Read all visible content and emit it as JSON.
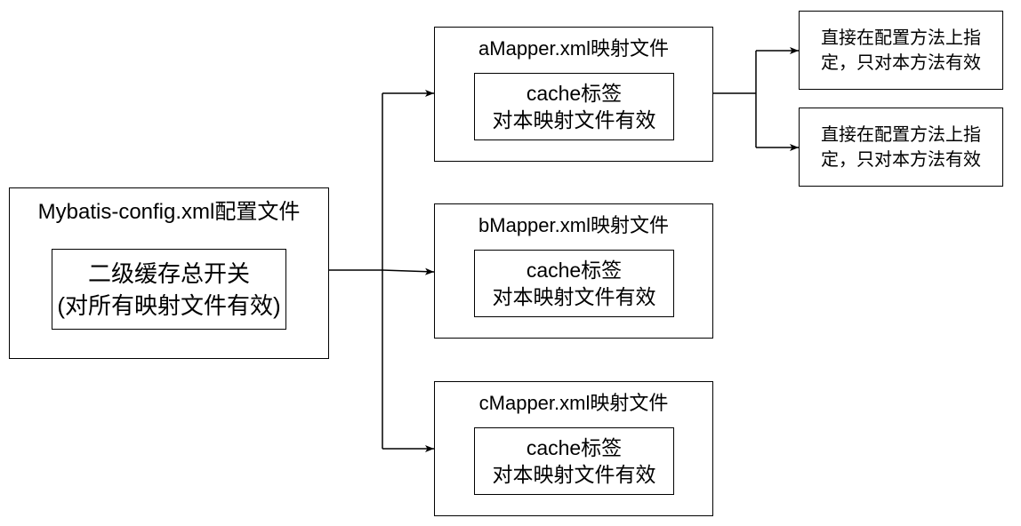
{
  "config_box": {
    "title": "Mybatis-config.xml配置文件",
    "inner_line1": "二级缓存总开关",
    "inner_line2": "(对所有映射文件有效)"
  },
  "mappers": [
    {
      "title": "aMapper.xml映射文件",
      "inner_line1": "cache标签",
      "inner_line2": "对本映射文件有效"
    },
    {
      "title": "bMapper.xml映射文件",
      "inner_line1": "cache标签",
      "inner_line2": "对本映射文件有效"
    },
    {
      "title": "cMapper.xml映射文件",
      "inner_line1": "cache标签",
      "inner_line2": "对本映射文件有效"
    }
  ],
  "method_boxes": [
    {
      "line1": "直接在配置方法上指",
      "line2": "定，只对本方法有效"
    },
    {
      "line1": "直接在配置方法上指",
      "line2": "定，只对本方法有效"
    }
  ],
  "colors": {
    "stroke": "#000000",
    "background": "#ffffff"
  }
}
